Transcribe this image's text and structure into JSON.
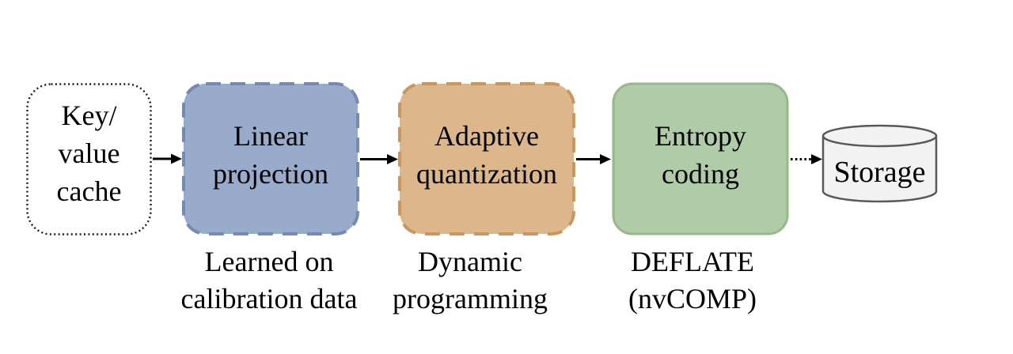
{
  "figure": {
    "type": "flow-diagram",
    "background": "#FFFFFF",
    "text_color": "#000000",
    "arrow_color": "#000000",
    "nodes": [
      {
        "id": "kv-cache",
        "shape": "rounded-rect",
        "border_style": "dotted",
        "fill": "#FFFFFF",
        "stroke": "#1A1A1A",
        "label_lines": [
          "Key/",
          "value",
          "cache"
        ],
        "caption_lines": []
      },
      {
        "id": "linear-projection",
        "shape": "rounded-rect",
        "border_style": "dashed",
        "fill": "#98ABCA",
        "stroke": "#7589B2",
        "label_lines": [
          "Linear",
          "projection"
        ],
        "caption_lines": [
          "Learned on",
          "calibration data"
        ]
      },
      {
        "id": "adaptive-quantization",
        "shape": "rounded-rect",
        "border_style": "dashed",
        "fill": "#DDB78C",
        "stroke": "#C9975E",
        "label_lines": [
          "Adaptive",
          "quantization"
        ],
        "caption_lines": [
          "Dynamic",
          "programming"
        ]
      },
      {
        "id": "entropy-coding",
        "shape": "rounded-rect",
        "border_style": "solid",
        "fill": "#AFCBA7",
        "stroke": "#96B88B",
        "label_lines": [
          "Entropy",
          "coding"
        ],
        "caption_lines": [
          "DEFLATE",
          "(nvCOMP)"
        ]
      },
      {
        "id": "storage",
        "shape": "cylinder",
        "fill": "#F2F2F2",
        "stroke": "#595959",
        "label": "Storage",
        "caption_lines": []
      }
    ],
    "arrows": [
      {
        "from": "kv-cache",
        "to": "linear-projection",
        "style": "solid"
      },
      {
        "from": "linear-projection",
        "to": "adaptive-quantization",
        "style": "solid"
      },
      {
        "from": "adaptive-quantization",
        "to": "entropy-coding",
        "style": "solid"
      },
      {
        "from": "entropy-coding",
        "to": "storage",
        "style": "dotted"
      }
    ]
  }
}
